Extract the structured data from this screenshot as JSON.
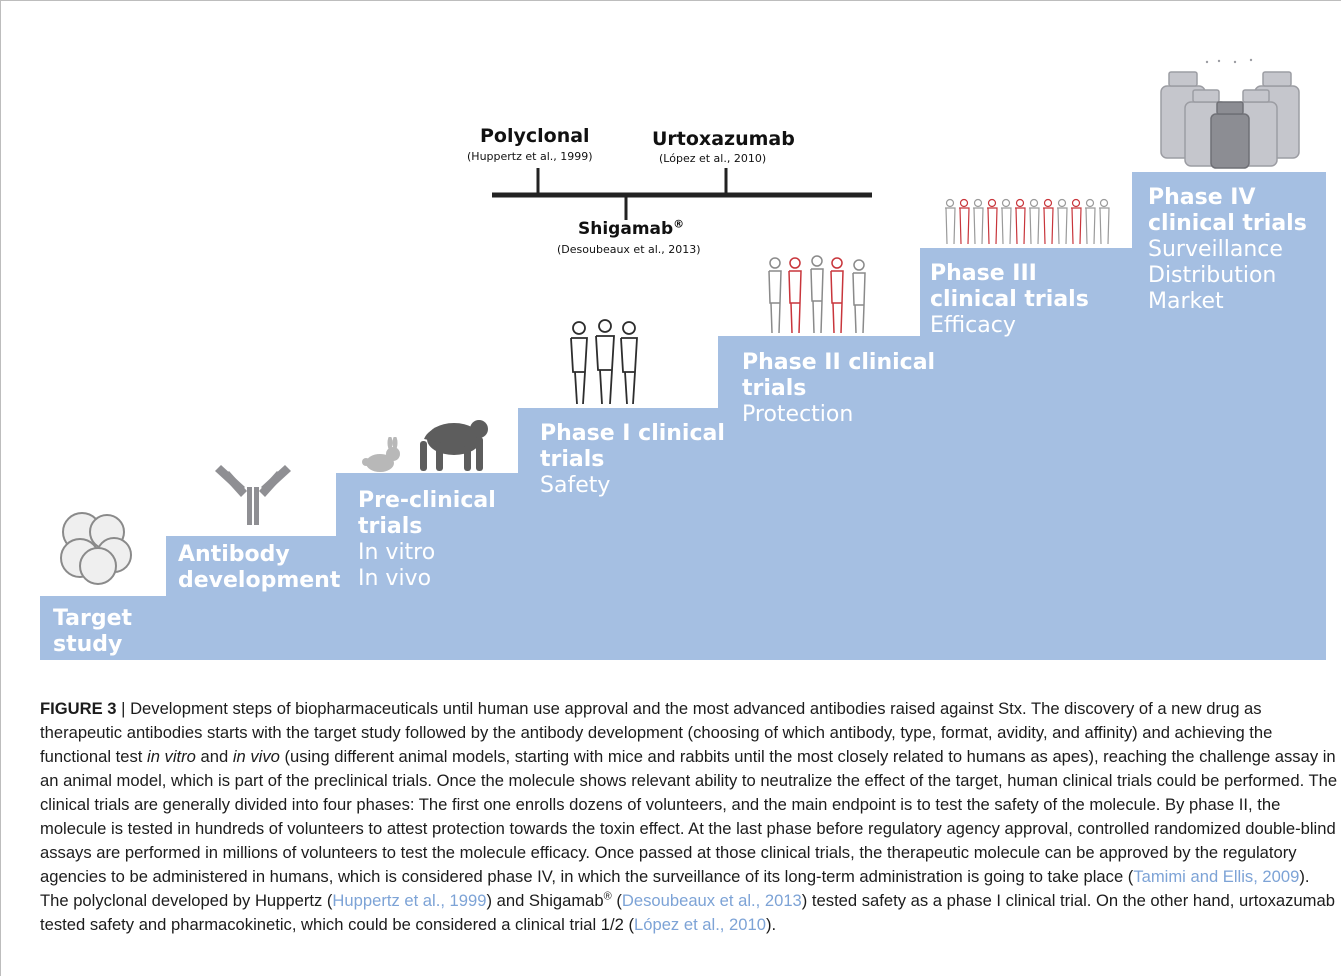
{
  "figure": {
    "steps": [
      {
        "title": "Target\nstudy",
        "subtitle": ""
      },
      {
        "title": "Antibody\ndevelopment",
        "subtitle": ""
      },
      {
        "title": "Pre-clinical\ntrials",
        "subtitle": "In vitro\nIn vivo"
      },
      {
        "title": "Phase I clinical\ntrials",
        "subtitle": "Safety"
      },
      {
        "title": "Phase II clinical\ntrials",
        "subtitle": "Protection"
      },
      {
        "title": "Phase III\nclinical trials",
        "subtitle": "Efficacy"
      },
      {
        "title": "Phase IV\nclinical trials",
        "subtitle": "Surveillance\nDistribution\nMarket"
      }
    ],
    "timeline": {
      "polyclonal": {
        "name": "Polyclonal",
        "ref": "(Huppertz et al., 1999)"
      },
      "urtoxazumab": {
        "name": "Urtoxazumab",
        "ref": "(López et al., 2010)"
      },
      "shigamab": {
        "name": "Shigamab",
        "mark": "®",
        "ref": "(Desoubeaux et al., 2013)"
      }
    },
    "icons": [
      "cells-icon",
      "antibody-icon",
      "rabbit-icon",
      "ape-icon",
      "people-small-group-icon",
      "people-group-icon",
      "people-crowd-icon",
      "vials-icon"
    ],
    "colors": {
      "step": "#a5bfe2",
      "step_text": "#ffffff",
      "ref_link": "#7da3d6",
      "timeline": "#222222"
    }
  },
  "caption": {
    "label": "FIGURE 3",
    "sep": " | ",
    "p1": "Development steps of biopharmaceuticals until human use approval and the most advanced antibodies raised against Stx. The discovery of a new drug as therapeutic antibodies starts with the target study followed by the antibody development (choosing of which antibody, type, format, avidity, and affinity) and achieving the functional test ",
    "in_vitro": "in vitro",
    "and": " and ",
    "in_vivo": "in vivo",
    "p2": " (using different animal models, starting with mice and rabbits until the most closely related to humans as apes), reaching the challenge assay in an animal model, which is part of the preclinical trials. Once the molecule shows relevant ability to neutralize the effect of the target, human clinical trials could be performed. The clinical trials are generally divided into four phases: The first one enrolls dozens of volunteers, and the main endpoint is to test the safety of the molecule. By phase II, the molecule is tested in hundreds of volunteers to attest protection towards the toxin effect. At the last phase before regulatory agency approval, controlled randomized double-blind assays are performed in millions of volunteers to test the molecule efficacy. Once passed at those clinical trials, the therapeutic molecule can be approved by the regulatory agencies to be administered in humans, which is considered phase IV, in which the surveillance of its long-term administration is going to take place (",
    "ref1": "Tamimi and Ellis, 2009",
    "p3": "). The polyclonal developed by Huppertz (",
    "ref2": "Huppertz et al., 1999",
    "p4": ") and Shigamab",
    "reg": "®",
    "p5": " (",
    "ref3": "Desoubeaux et al., 2013",
    "p6": ") tested safety as a phase I clinical trial. On the other hand, urtoxazumab tested safety and pharmacokinetic, which could be considered a clinical trial 1/2 (",
    "ref4": "López et al., 2010",
    "p7": ")."
  }
}
